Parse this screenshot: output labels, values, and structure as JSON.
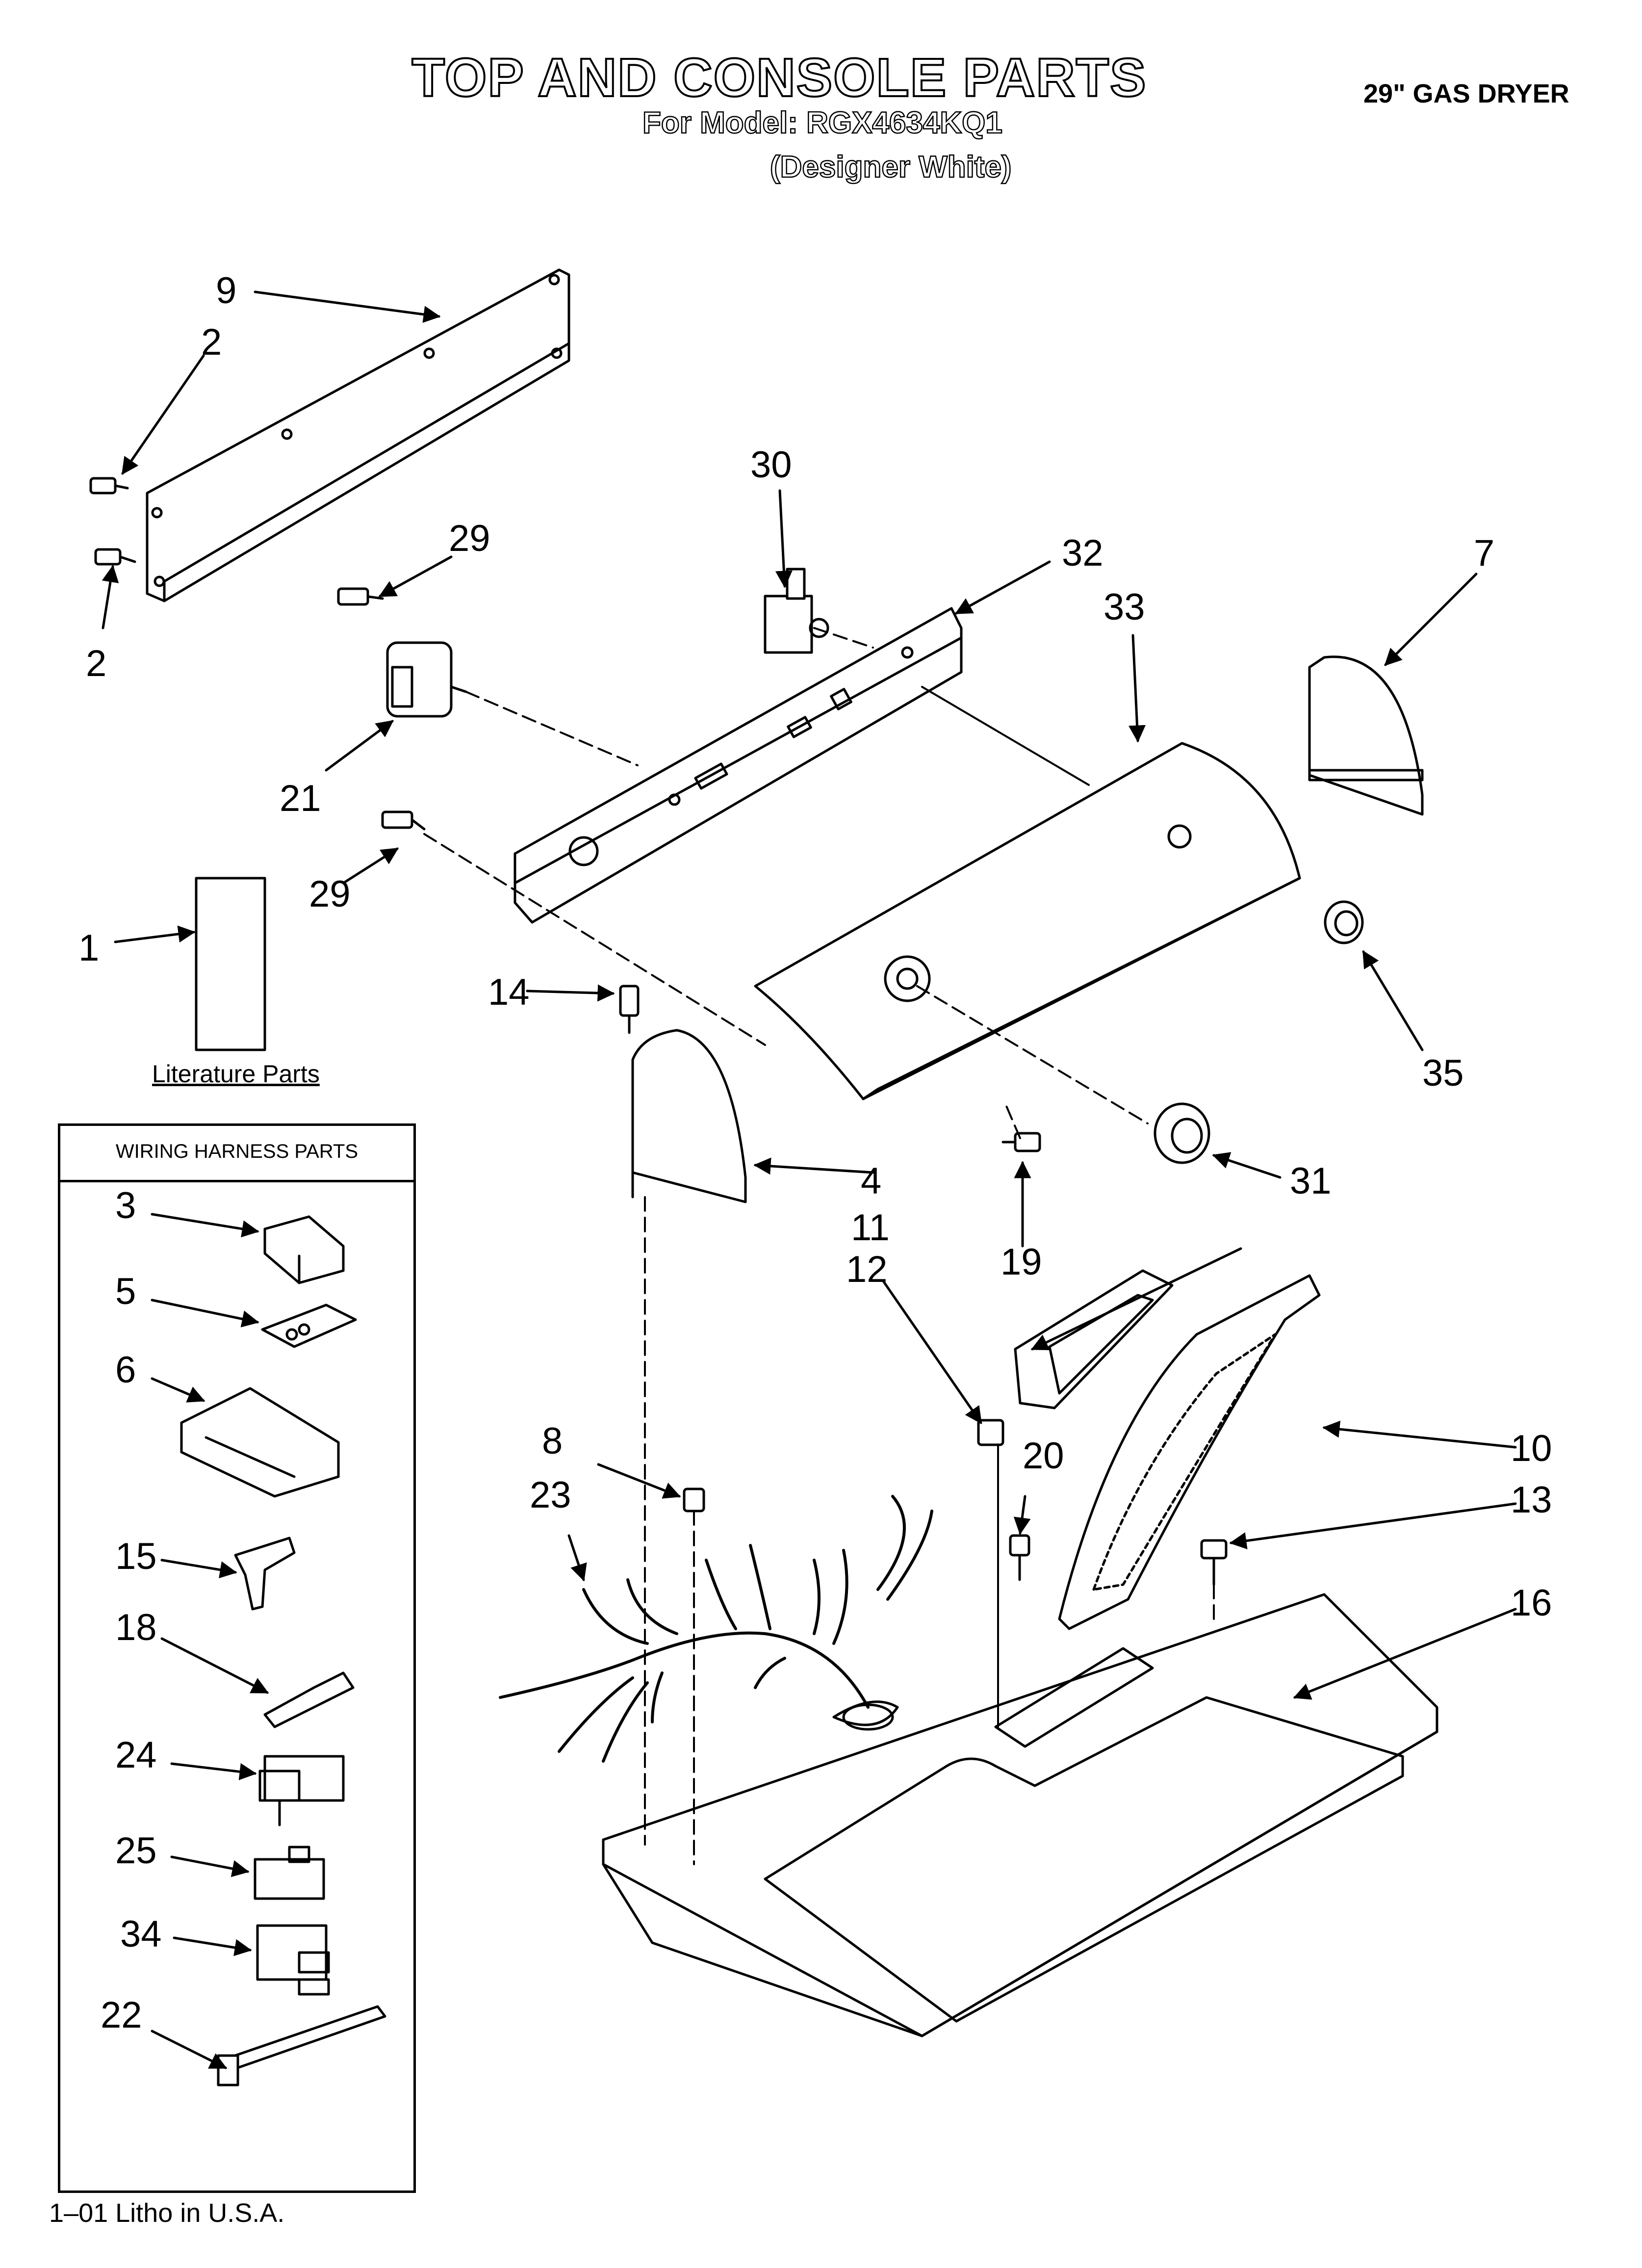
{
  "header": {
    "title": "TOP AND CONSOLE PARTS",
    "model_line": "For Model: RGX4634KQ1",
    "color_line": "(Designer White)",
    "product": "29\" GAS DRYER"
  },
  "literature_label": "Literature Parts",
  "wiring_box": {
    "heading": "WIRING HARNESS PARTS"
  },
  "callouts": {
    "c1": "1",
    "c2a": "2",
    "c2b": "2",
    "c3": "3",
    "c4": "4",
    "c5": "5",
    "c6": "6",
    "c7": "7",
    "c8": "8",
    "c9": "9",
    "c10": "10",
    "c11": "11",
    "c12": "12",
    "c13": "13",
    "c14": "14",
    "c15": "15",
    "c16": "16",
    "c18": "18",
    "c19": "19",
    "c20": "20",
    "c21": "21",
    "c22": "22",
    "c23": "23",
    "c24": "24",
    "c25": "25",
    "c29a": "29",
    "c29b": "29",
    "c30": "30",
    "c31": "31",
    "c32": "32",
    "c33": "33",
    "c34": "34",
    "c35": "35"
  },
  "footer": "1–01 Litho in U.S.A."
}
